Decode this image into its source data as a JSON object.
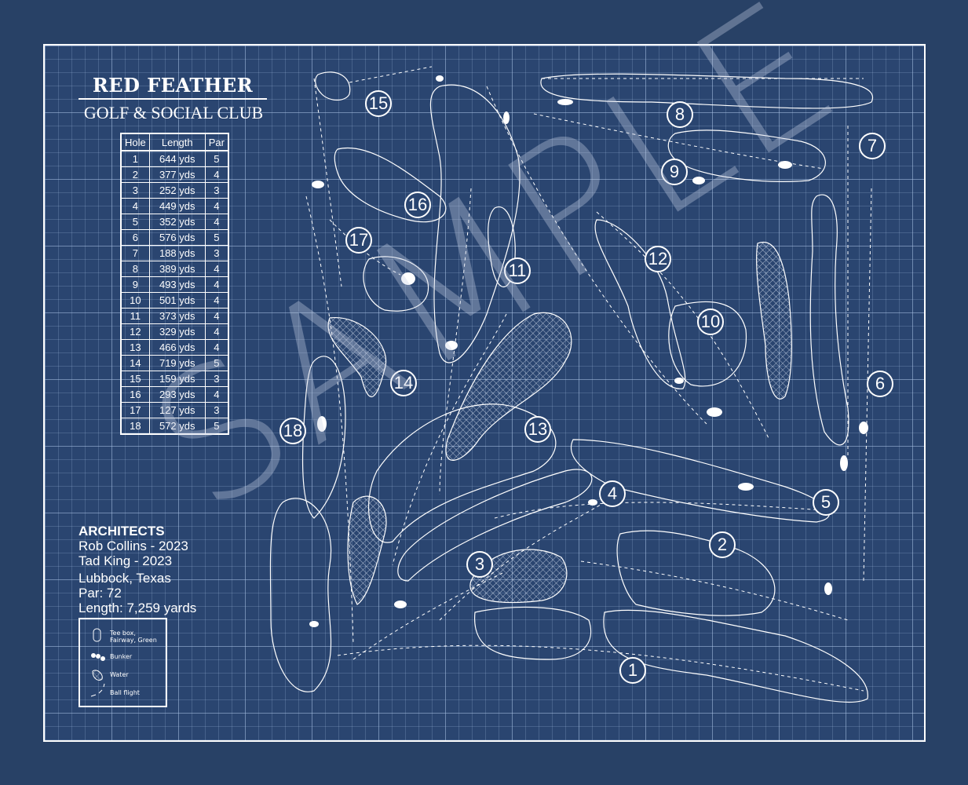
{
  "title": {
    "line1": "RED FEATHER",
    "line2": "GOLF & SOCIAL CLUB"
  },
  "scorecard": {
    "headers": [
      "Hole",
      "Length",
      "Par"
    ],
    "rows": [
      [
        "1",
        "644 yds",
        "5"
      ],
      [
        "2",
        "377 yds",
        "4"
      ],
      [
        "3",
        "252 yds",
        "3"
      ],
      [
        "4",
        "449 yds",
        "4"
      ],
      [
        "5",
        "352 yds",
        "4"
      ],
      [
        "6",
        "576 yds",
        "5"
      ],
      [
        "7",
        "188 yds",
        "3"
      ],
      [
        "8",
        "389 yds",
        "4"
      ],
      [
        "9",
        "493 yds",
        "4"
      ],
      [
        "10",
        "501 yds",
        "4"
      ],
      [
        "11",
        "373 yds",
        "4"
      ],
      [
        "12",
        "329 yds",
        "4"
      ],
      [
        "13",
        "466 yds",
        "4"
      ],
      [
        "14",
        "719 yds",
        "5"
      ],
      [
        "15",
        "159 yds",
        "3"
      ],
      [
        "16",
        "293 yds",
        "4"
      ],
      [
        "17",
        "127 yds",
        "3"
      ],
      [
        "18",
        "572 yds",
        "5"
      ]
    ]
  },
  "info": {
    "heading": "ARCHITECTS",
    "architect1": "Rob Collins  -  2023",
    "architect2": "Tad King  -  2023",
    "location": "Lubbock, Texas",
    "par": "Par: 72",
    "length": "Length: 7,259 yards"
  },
  "legend": {
    "tee": "Tee box, Fairway, Green",
    "bunker": "Bunker",
    "water": "Water",
    "flight": "Ball flight"
  },
  "holes": [
    "1",
    "2",
    "3",
    "4",
    "5",
    "6",
    "7",
    "8",
    "9",
    "10",
    "11",
    "12",
    "13",
    "14",
    "15",
    "16",
    "17",
    "18"
  ],
  "watermark": "SAMPLE",
  "colors": {
    "background": "#284166",
    "paper": "#2a4570",
    "line": "#ffffff"
  }
}
